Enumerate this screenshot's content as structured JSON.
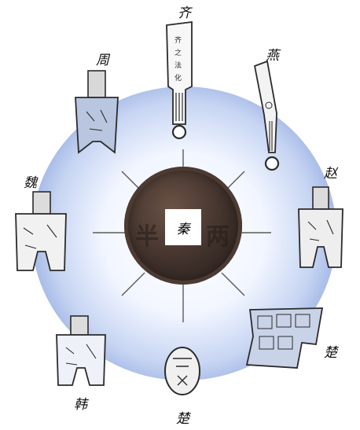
{
  "center": {
    "label": "秦"
  },
  "states": [
    {
      "key": "qi",
      "label": "齐"
    },
    {
      "key": "yan",
      "label": "燕"
    },
    {
      "key": "zhao",
      "label": "赵"
    },
    {
      "key": "chu_r",
      "label": "楚"
    },
    {
      "key": "chu_b",
      "label": "楚"
    },
    {
      "key": "han",
      "label": "韩"
    },
    {
      "key": "wei",
      "label": "魏"
    },
    {
      "key": "zhou",
      "label": "周"
    }
  ],
  "colors": {
    "ring_outer": "#6d8bd2",
    "ring_inner": "#ffffff",
    "coin": "#3e302a",
    "spoke": "#5b5b5b",
    "sketch": "#2b2b2b",
    "sketch_fill": "#b9c6e0"
  }
}
